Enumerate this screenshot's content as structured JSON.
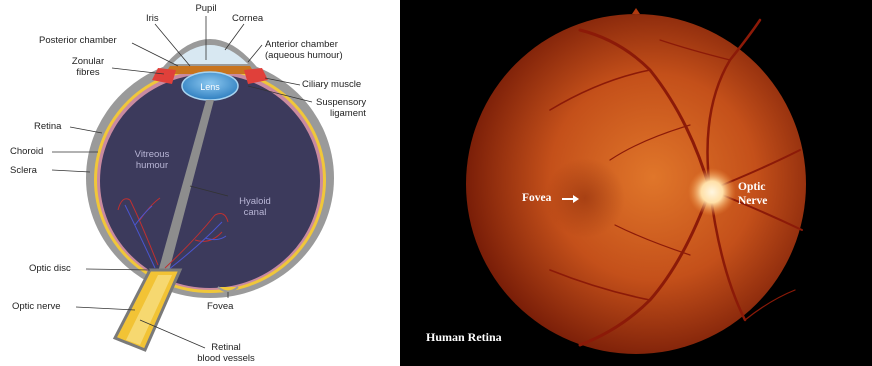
{
  "eye_diagram": {
    "labels": {
      "pupil": "Pupil",
      "iris": "Iris",
      "cornea": "Cornea",
      "posterior_chamber": "Posterior chamber",
      "anterior_chamber_1": "Anterior chamber",
      "anterior_chamber_2": "(aqueous humour)",
      "zonular_fibres_1": "Zonular",
      "zonular_fibres_2": "fibres",
      "ciliary_muscle": "Ciliary muscle",
      "suspensory_ligament_1": "Suspensory",
      "suspensory_ligament_2": "ligament",
      "lens": "Lens",
      "retina": "Retina",
      "choroid": "Choroid",
      "sclera": "Sclera",
      "vitreous_humour_1": "Vitreous",
      "vitreous_humour_2": "humour",
      "hyaloid_canal_1": "Hyaloid",
      "hyaloid_canal_2": "canal",
      "optic_disc": "Optic disc",
      "optic_nerve": "Optic nerve",
      "fovea": "Fovea",
      "retinal_vessels_1": "Retinal",
      "retinal_vessels_2": "blood vessels"
    },
    "colors": {
      "vitreous": "#3c3a5c",
      "sclera": "#9a9a9a",
      "choroid": "#f0c73a",
      "lens": "#3d90cf",
      "iris": "#c8741e",
      "ciliary": "#e0403a",
      "nerve": "#f2c335"
    }
  },
  "fundus_photo": {
    "labels": {
      "fovea": "Fovea",
      "optic_nerve_1": "Optic",
      "optic_nerve_2": "Nerve",
      "caption": "Human Retina"
    },
    "colors": {
      "background": "#000000",
      "fundus_center": "#e0762a",
      "fundus_edge": "#7a1e08",
      "optic_disc": "#fff0d0",
      "vessel": "#8c1a08"
    }
  }
}
